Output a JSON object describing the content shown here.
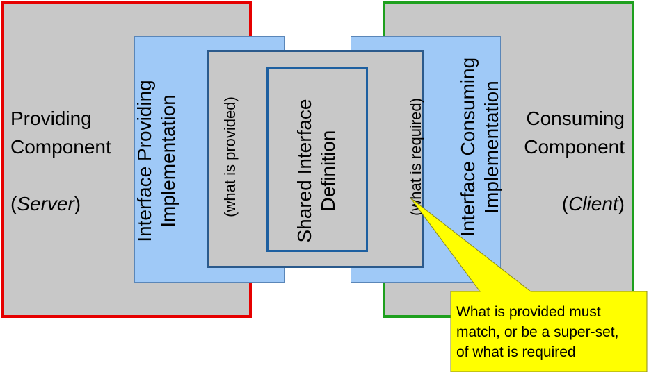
{
  "server": {
    "name_line1": "Providing",
    "name_line2": "Component",
    "role_open": "(",
    "role": "Server",
    "role_close": ")",
    "border_color": "#e60000"
  },
  "client": {
    "name_line1": "Consuming",
    "name_line2": "Component",
    "role_open": "(",
    "role": "Client",
    "role_close": ")",
    "border_color": "#1ea01e"
  },
  "providing_impl": {
    "line1": "Interface Providing",
    "line2": "Implementation"
  },
  "consuming_impl": {
    "line1": "Interface Consuming",
    "line2": "Implementation"
  },
  "provided_label": "(what is provided)",
  "required_label": "(what is required)",
  "shared": {
    "line1": "Shared Interface",
    "line2": "Definition"
  },
  "callout": {
    "line1": "What is provided must",
    "line2": "match, or be a super-set,",
    "line3": "of what is required",
    "fill": "#ffff00"
  },
  "colors": {
    "component_fill": "#c8c8c8",
    "implementation_fill": "#9fc9f7",
    "interface_border": "#2b5a8c"
  }
}
